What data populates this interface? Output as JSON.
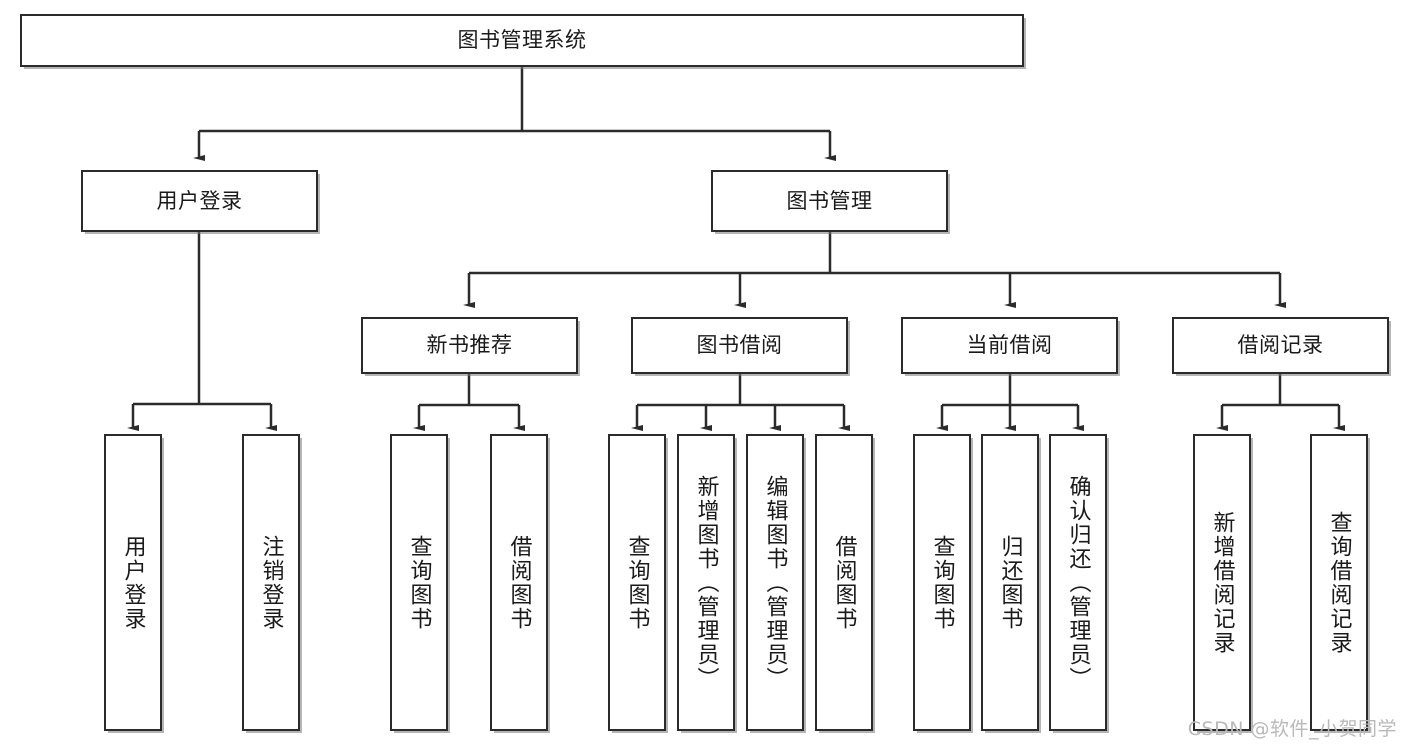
{
  "diagram": {
    "type": "tree",
    "title": "图书管理系统",
    "watermark": "CSDN @软件_小贺同学",
    "colors": {
      "box_border": "#2b2b2b",
      "box_fill": "#ffffff",
      "connector": "#2b2b2b",
      "watermark": "#b9b9b9"
    },
    "root": {
      "label": "图书管理系统"
    },
    "level2": [
      {
        "label": "用户登录"
      },
      {
        "label": "图书管理"
      }
    ],
    "level3": [
      {
        "label": "新书推荐"
      },
      {
        "label": "图书借阅"
      },
      {
        "label": "当前借阅"
      },
      {
        "label": "借阅记录"
      }
    ],
    "leaves": {
      "user_login": [
        {
          "label": "用户登录"
        },
        {
          "label": "注销登录"
        }
      ],
      "new_book": [
        {
          "label": "查询图书"
        },
        {
          "label": "借阅图书"
        }
      ],
      "book_borrow": [
        {
          "label": "查询图书"
        },
        {
          "label": "新增图书（管理员）"
        },
        {
          "label": "编辑图书（管理员）"
        },
        {
          "label": "借阅图书"
        }
      ],
      "current_borrow": [
        {
          "label": "查询图书"
        },
        {
          "label": "归还图书"
        },
        {
          "label": "确认归还（管理员）"
        }
      ],
      "borrow_record": [
        {
          "label": "新增借阅记录"
        },
        {
          "label": "查询借阅记录"
        }
      ]
    }
  }
}
